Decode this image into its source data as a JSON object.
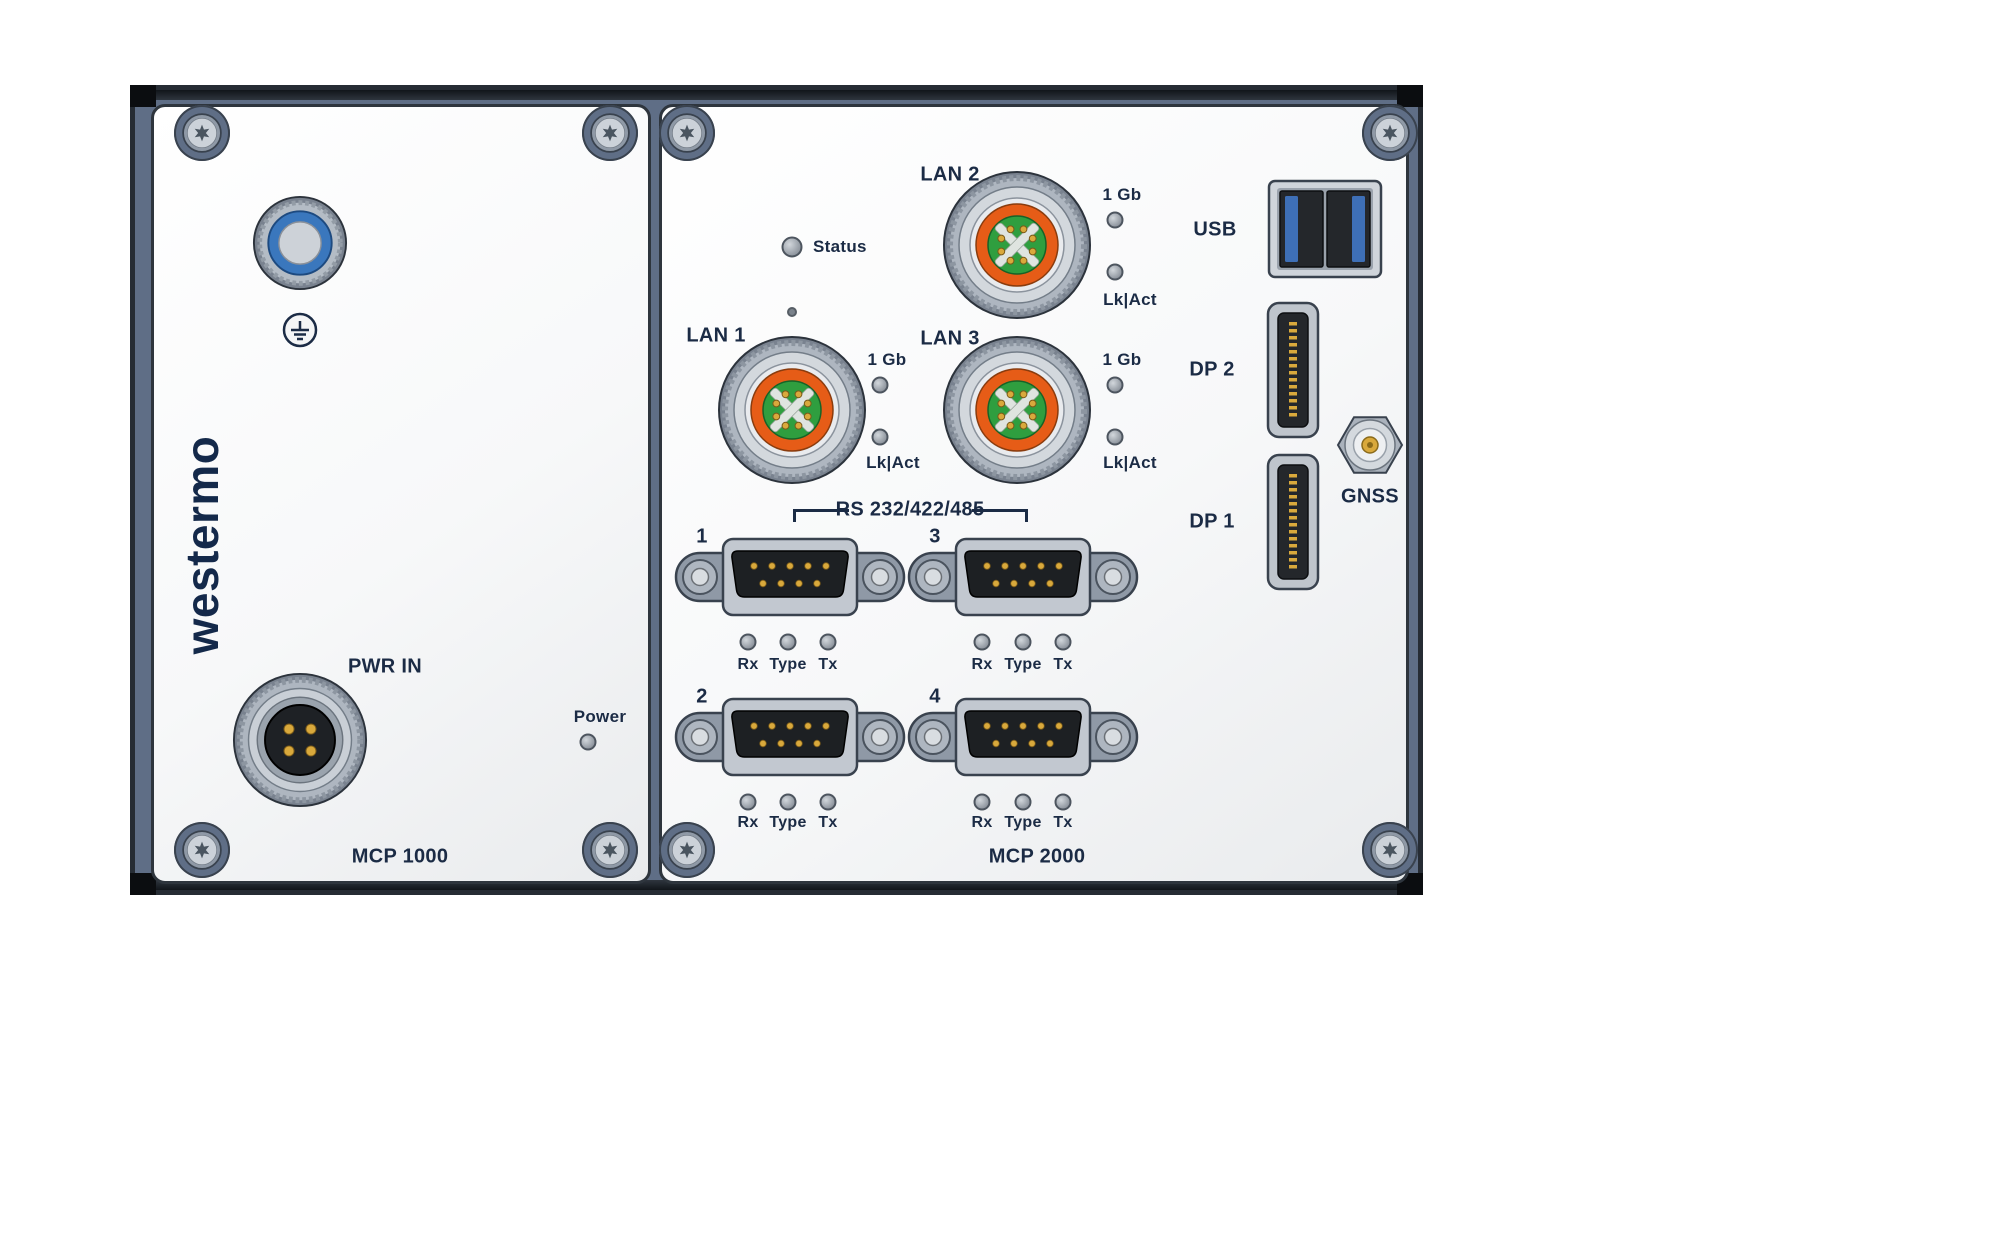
{
  "left_module": {
    "logo": "westermo",
    "pwr_in_label": "PWR IN",
    "power_led_label": "Power",
    "model_label": "MCP 1000"
  },
  "right_module": {
    "status_label": "Status",
    "model_label": "MCP 2000",
    "serial_header": "RS 232/422/485",
    "usb_label": "USB",
    "dp2_label": "DP 2",
    "dp1_label": "DP 1",
    "gnss_label": "GNSS",
    "lan_ports": [
      {
        "name": "LAN 1",
        "gb": "1 Gb",
        "lkact": "Lk|Act"
      },
      {
        "name": "LAN 2",
        "gb": "1 Gb",
        "lkact": "Lk|Act"
      },
      {
        "name": "LAN 3",
        "gb": "1 Gb",
        "lkact": "Lk|Act"
      }
    ],
    "serial_ports": [
      {
        "number": "1",
        "rx": "Rx",
        "type": "Type",
        "tx": "Tx"
      },
      {
        "number": "2",
        "rx": "Rx",
        "type": "Type",
        "tx": "Tx"
      },
      {
        "number": "3",
        "rx": "Rx",
        "type": "Type",
        "tx": "Tx"
      },
      {
        "number": "4",
        "rx": "Rx",
        "type": "Type",
        "tx": "Tx"
      }
    ]
  },
  "colors": {
    "frame_gray_blue": "#5f6e86",
    "panel_face": "#f4f5f6",
    "label_navy": "#1b2b45",
    "lan_ring_orange": "#e65c17",
    "lan_insert_green": "#2f9e3f",
    "pin_gold": "#d9a93c",
    "usb_tongue_blue": "#3e6fb6",
    "led_off_gray": "#9aa1aa"
  }
}
